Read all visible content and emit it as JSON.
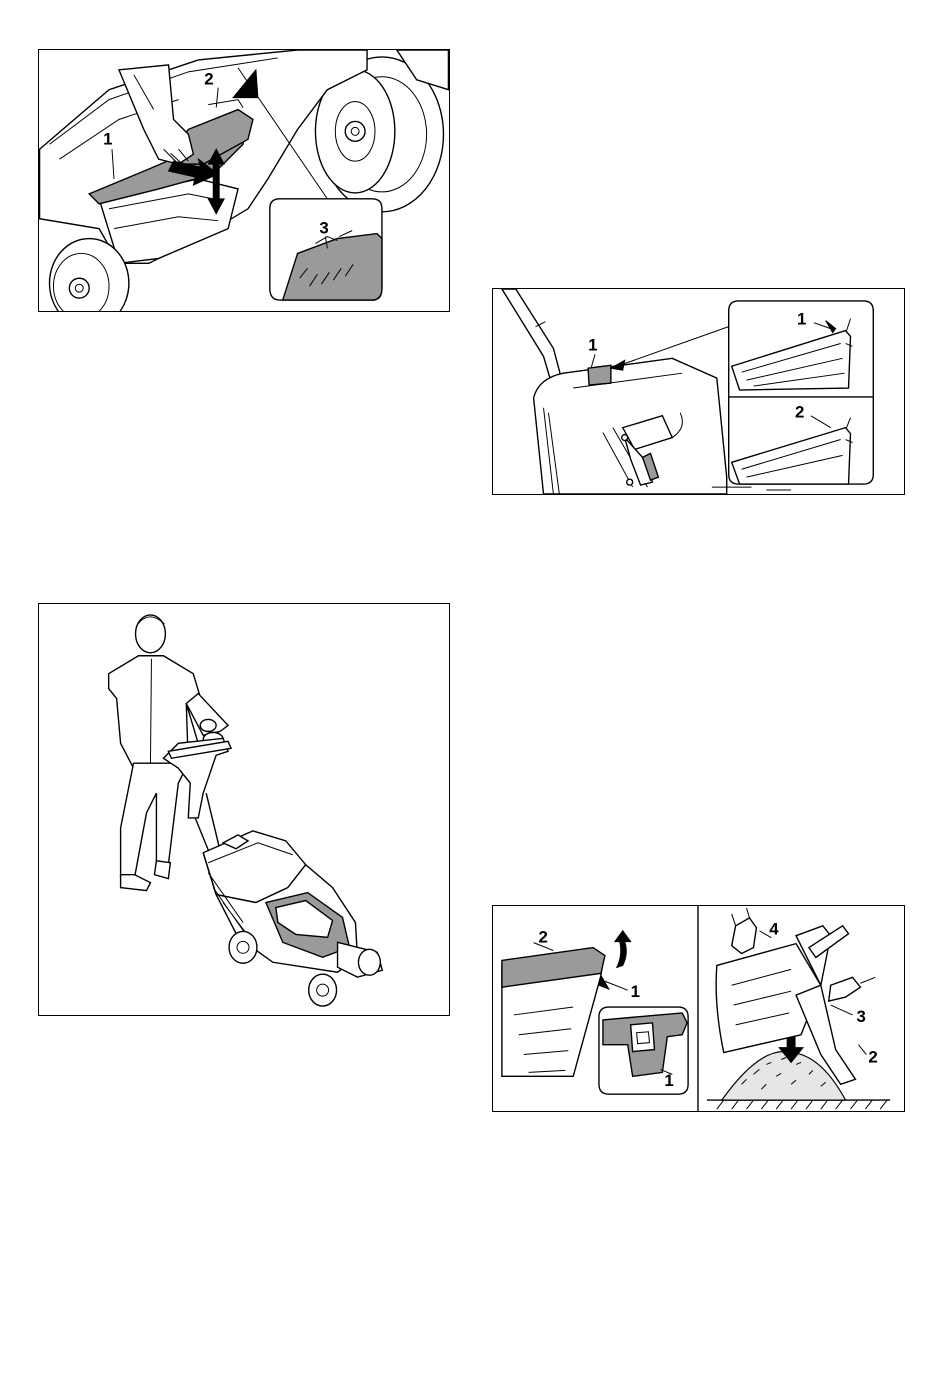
{
  "figures": {
    "height_adjust": {
      "labels": [
        "1",
        "2",
        "3"
      ]
    },
    "operator": {},
    "grass_box_indicator": {
      "labels": [
        "1",
        "1",
        "2"
      ]
    },
    "emptying": {
      "labels_left": [
        "2",
        "1",
        "1"
      ],
      "labels_right": [
        "4",
        "3",
        "2"
      ]
    }
  },
  "colors": {
    "line": "#000000",
    "fill_grey": "#9a9a9a",
    "fill_light_grey": "#c8c8c8",
    "background": "#ffffff"
  }
}
